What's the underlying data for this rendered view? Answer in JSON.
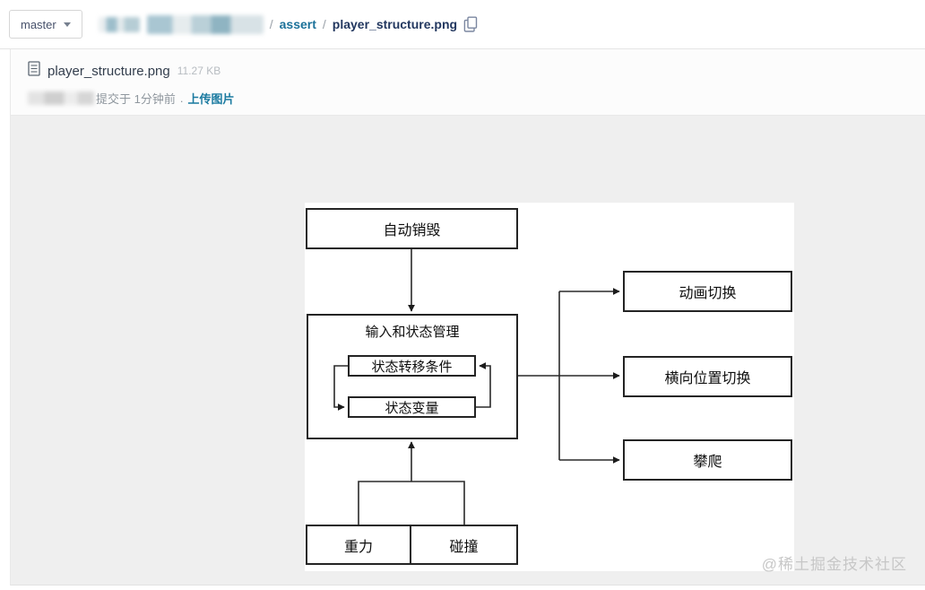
{
  "topbar": {
    "branch_button_label": "master",
    "breadcrumb": {
      "separator1": "/",
      "link_assert": "assert",
      "separator2": "/",
      "current_file": "player_structure.png"
    }
  },
  "file_header": {
    "file_name": "player_structure.png",
    "file_size": "11.27 KB",
    "commit_text": "提交于 1分钟前",
    "commit_dot": ".",
    "commit_link": "上传图片"
  },
  "viewer": {
    "watermark": "@稀土掘金技术社区"
  },
  "diagram": {
    "nodes": [
      {
        "id": "auto_destroy",
        "label": "自动销毁"
      },
      {
        "id": "input_state_mgmt",
        "label": "输入和状态管理"
      },
      {
        "id": "state_transition_cond",
        "label": "状态转移条件"
      },
      {
        "id": "state_vars",
        "label": "状态变量"
      },
      {
        "id": "anim_switch",
        "label": "动画切换"
      },
      {
        "id": "lateral_pos_switch",
        "label": "横向位置切换"
      },
      {
        "id": "climb",
        "label": "攀爬"
      },
      {
        "id": "gravity",
        "label": "重力"
      },
      {
        "id": "collision",
        "label": "碰撞"
      }
    ],
    "edges": [
      {
        "from": "auto_destroy",
        "to": "input_state_mgmt",
        "arrow": true
      },
      {
        "from": "state_transition_cond",
        "to": "state_vars",
        "arrow": true
      },
      {
        "from": "state_vars",
        "to": "state_transition_cond",
        "arrow": true
      },
      {
        "from": "input_state_mgmt",
        "to": "anim_switch",
        "arrow": true
      },
      {
        "from": "input_state_mgmt",
        "to": "lateral_pos_switch",
        "arrow": true
      },
      {
        "from": "input_state_mgmt",
        "to": "climb",
        "arrow": true
      },
      {
        "from": "gravity+collision",
        "to": "input_state_mgmt",
        "arrow": true
      }
    ]
  },
  "colors": {
    "link_teal": "#1b7199",
    "breadcrumb_current": "#22375f",
    "meta_gray": "#8f979e",
    "size_gray": "#b7bcc1",
    "body_gray": "#efefef",
    "diagram_line": "#242424",
    "watermark_gray": "#c7c7c7"
  }
}
